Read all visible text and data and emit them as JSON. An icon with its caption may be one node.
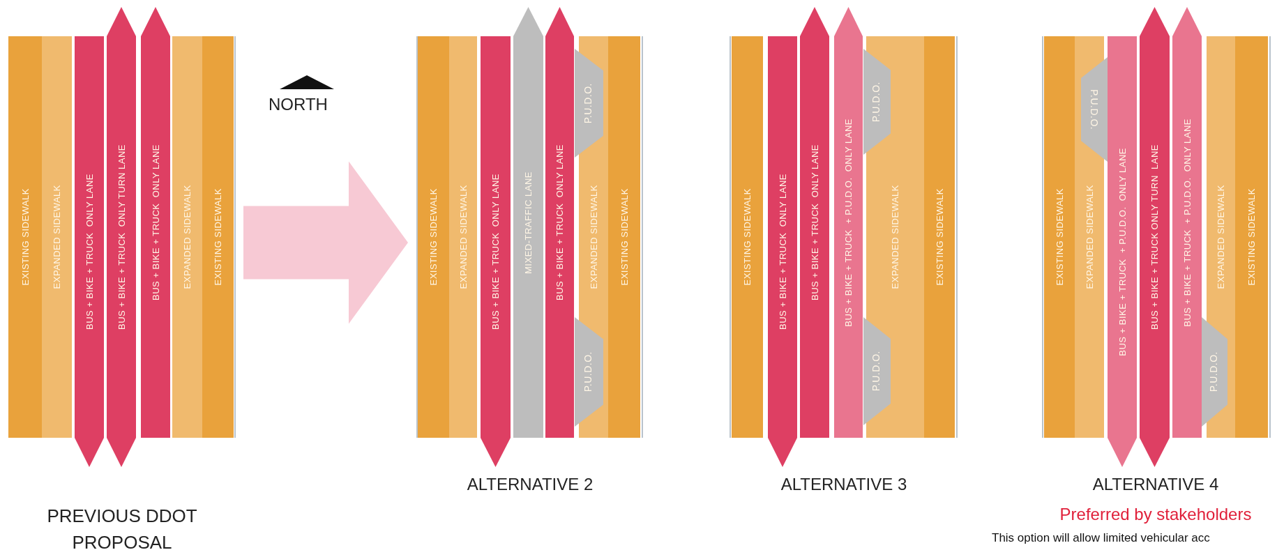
{
  "diagram": {
    "nodes": [
      {
        "text": [
          "PREVIOUS DDOT PROPOSAL"
        ]
      },
      {
        "text": [
          "EXISTING SIDEWALK"
        ]
      },
      {
        "text": [
          "EXPANDED SIDEWALK"
        ]
      },
      {
        "text": [
          "BUS + BIKE + TRUCK  ONLY LANE"
        ]
      },
      {
        "text": [
          "BUS + BIKE + TRUCK  ONLY TURN LANE"
        ]
      },
      {
        "text": [
          "BUS + BIKE + TRUCK  ONLY LANE"
        ]
      },
      {
        "text": [
          "EXPANDED SIDEWALK"
        ]
      },
      {
        "text": [
          "EXISTING SIDEWALK"
        ]
      },
      {
        "text": [
          "ALTERNATIVE 2"
        ]
      },
      {
        "text": [
          "EXISTING SIDEWALK"
        ]
      },
      {
        "text": [
          "EXPANDED SIDEWALK"
        ]
      },
      {
        "text": [
          "BUS + BIKE + TRUCK  ONLY LANE"
        ]
      },
      {
        "text": [
          "MIXED-TRAFFIC LANE"
        ]
      },
      {
        "text": [
          "BUS + BIKE + TRUCK  ONLY LANE"
        ]
      },
      {
        "text": [
          "P.U.D.O."
        ]
      },
      {
        "text": [
          "P.U.D.O."
        ]
      },
      {
        "text": [
          "EXPANDED SIDEWALK"
        ]
      },
      {
        "text": [
          "EXISTING SIDEWALK"
        ]
      },
      {
        "text": [
          "ALTERNATIVE 3"
        ]
      },
      {
        "text": [
          "EXISTING SIDEWALK"
        ]
      },
      {
        "text": [
          "BUS + BIKE + TRUCK  ONLY LANE"
        ]
      },
      {
        "text": [
          "BUS + BIKE + TRUCK  ONLY LANE"
        ]
      },
      {
        "text": [
          "BUS + BIKE + TRUCK  + P.U.D.O.  ONLY LANE"
        ]
      },
      {
        "text": [
          "P.U.D.O."
        ]
      },
      {
        "text": [
          "P.U.D.O."
        ]
      },
      {
        "text": [
          "EXPANDED SIDEWALK"
        ]
      },
      {
        "text": [
          "EXISTING SIDEWALK"
        ]
      },
      {
        "text": [
          "ALTERNATIVE 4",
          "Preferred by stakeholders"
        ]
      },
      {
        "text": [
          "EXISTING SIDEWALK"
        ]
      },
      {
        "text": [
          "EXPANDED SIDEWALK"
        ]
      },
      {
        "text": [
          "P.U.D.O."
        ]
      },
      {
        "text": [
          "BUS + BIKE + TRUCK  + P.U.D.O.  ONLY LANE"
        ]
      },
      {
        "text": [
          "BUS + BIKE + TRUCK ONLY TURN  LANE"
        ]
      },
      {
        "text": [
          "BUS + BIKE + TRUCK  + P.U.D.O.  ONLY LANE"
        ]
      },
      {
        "text": [
          "P.U.D.O."
        ]
      },
      {
        "text": [
          "EXPANDED SIDEWALK"
        ]
      },
      {
        "text": [
          "EXISTING SIDEWALK"
        ]
      }
    ],
    "edges": [
      {
        "from": 7,
        "to": 9,
        "arrow": "to"
      }
    ],
    "labels": [
      "NORTH",
      "This option will allow limited vehicular acc"
    ]
  }
}
